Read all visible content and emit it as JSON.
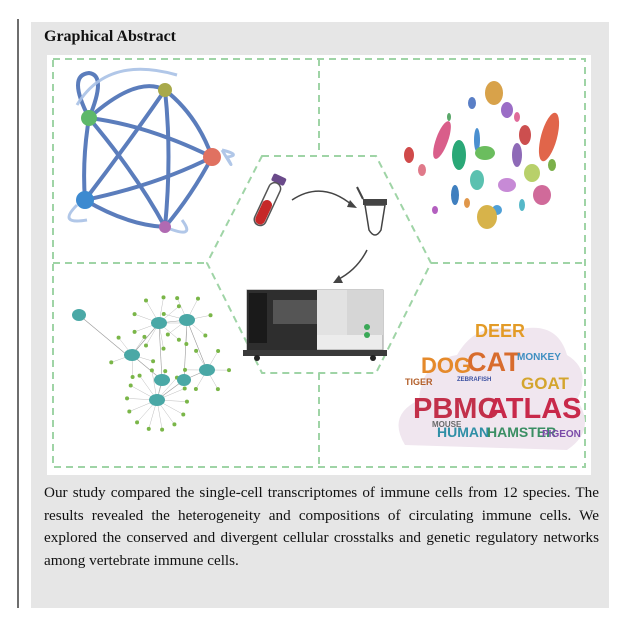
{
  "heading": "Graphical Abstract",
  "caption": "Our study compared the single-cell transcriptomes of immune cells from 12 species. The results revealed the heterogeneity and compositions of circulating immune cells. We explored the conserved and divergent cellular crosstalks and genetic regulatory networks among vertebrate immune cells.",
  "word_cloud": {
    "words": [
      "DEER",
      "DOG",
      "CAT",
      "GOAT",
      "MONKEY",
      "PBMC",
      "ATLAS",
      "HUMAN",
      "HAMSTER",
      "PIGEON",
      "MOUSE",
      "TIGER",
      "ZEBRAFISH"
    ]
  },
  "colors": {
    "panel_bg": "#e6e6e6",
    "dash_border": "#9fd4a6",
    "network_node": "#4aa8a6",
    "leaf_node": "#7ab648",
    "tube_liquid": "#c62828"
  }
}
